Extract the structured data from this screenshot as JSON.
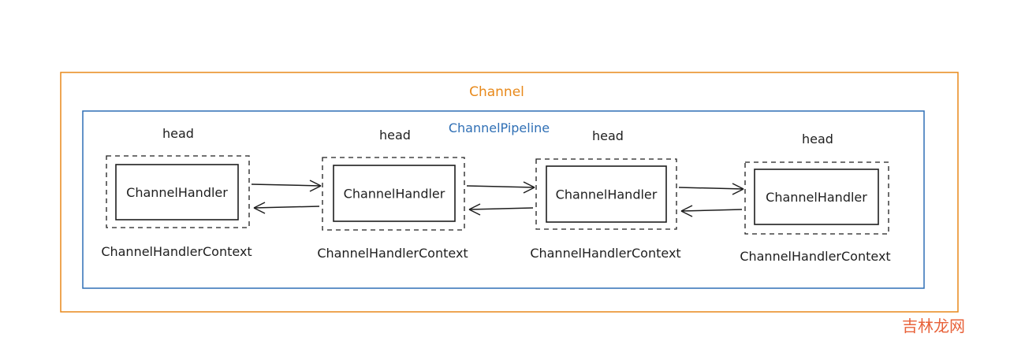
{
  "channel": {
    "label": "Channel",
    "color": "#e8891a"
  },
  "pipeline": {
    "label": "ChannelPipeline",
    "color": "#2f6fb5"
  },
  "nodes": [
    {
      "head_label": "head",
      "handler_label": "ChannelHandler",
      "context_label": "ChannelHandlerContext"
    },
    {
      "head_label": "head",
      "handler_label": "ChannelHandler",
      "context_label": "ChannelHandlerContext"
    },
    {
      "head_label": "head",
      "handler_label": "ChannelHandler",
      "context_label": "ChannelHandlerContext"
    },
    {
      "head_label": "head",
      "handler_label": "ChannelHandler",
      "context_label": "ChannelHandlerContext"
    }
  ],
  "links": [
    {
      "from": 0,
      "to": 1
    },
    {
      "from": 1,
      "to": 2
    },
    {
      "from": 2,
      "to": 3
    }
  ],
  "watermark": "吉林龙网",
  "ink_color": "#1e1e1e"
}
